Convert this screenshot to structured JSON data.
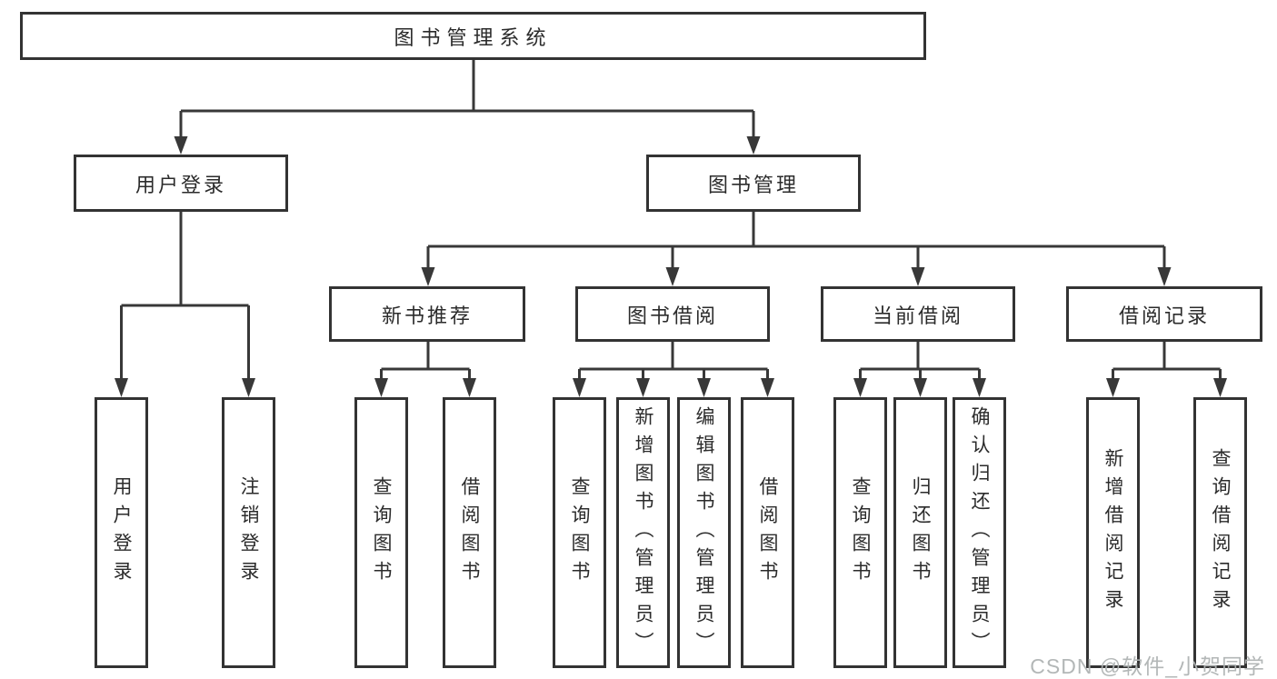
{
  "tree": {
    "root": "图书管理系统",
    "children": [
      {
        "label": "用户登录",
        "children": [
          "用户登录",
          "注销登录"
        ]
      },
      {
        "label": "图书管理",
        "children": [
          {
            "label": "新书推荐",
            "children": [
              "查询图书",
              "借阅图书"
            ]
          },
          {
            "label": "图书借阅",
            "children": [
              "查询图书",
              "新增图书（管理员）",
              "编辑图书（管理员）",
              "借阅图书"
            ]
          },
          {
            "label": "当前借阅",
            "children": [
              "查询图书",
              "归还图书",
              "确认归还（管理员）"
            ]
          },
          {
            "label": "借阅记录",
            "children": [
              "新增借阅记录",
              "查询借阅记录"
            ]
          }
        ]
      }
    ]
  },
  "watermark": "CSDN @软件_小贺同学",
  "colors": {
    "line": "#383838",
    "box_border": "#333333",
    "text": "#2b2b2b",
    "watermark": "#afb3b3",
    "background": "#ffffff"
  }
}
